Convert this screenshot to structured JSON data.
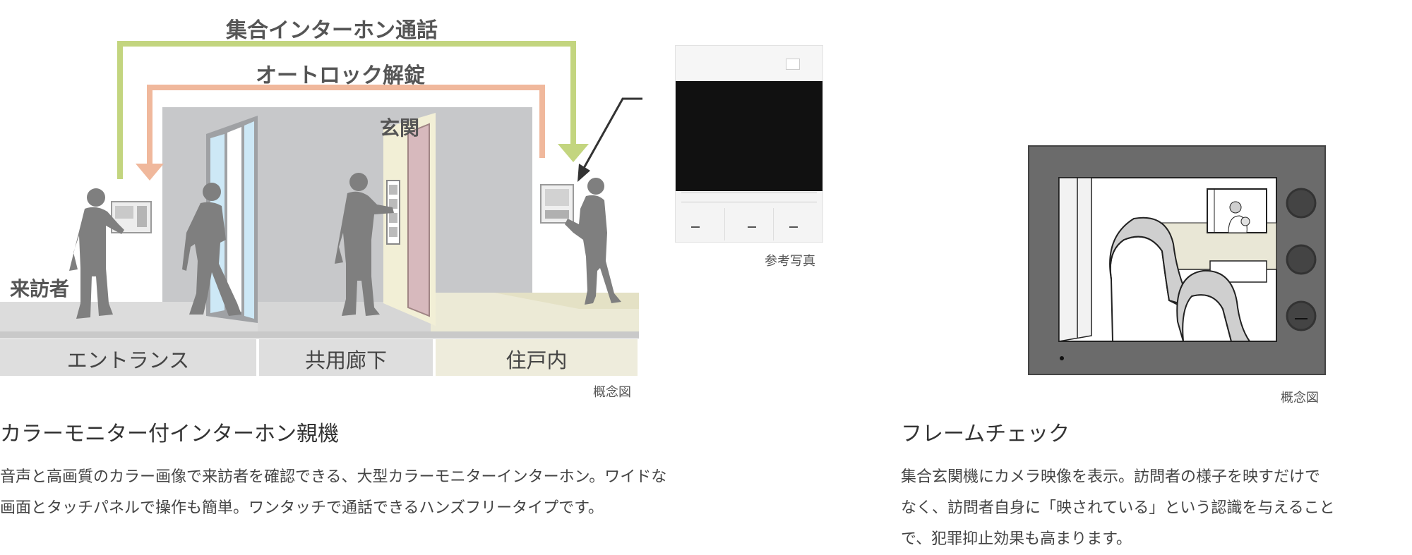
{
  "diagram": {
    "intercom_call_label": "集合インターホン通話",
    "autolock_label": "オートロック解錠",
    "entrance_door_label": "玄関",
    "visitor_label": "来訪者",
    "zones": [
      "エントランス",
      "共用廊下",
      "住戸内"
    ],
    "caption": "概念図"
  },
  "photo": {
    "caption": "参考写真"
  },
  "monitor_illustration": {
    "caption": "概念図"
  },
  "left_section": {
    "heading": "カラーモニター付インターホン親機",
    "body_lines": [
      "音声と高画質のカラー画像で来訪者を確認できる、大型カラーモニターインターホン。ワイドな",
      "画面とタッチパネルで操作も簡単。ワンタッチで通話できるハンズフリータイプです。"
    ]
  },
  "right_section": {
    "heading": "フレームチェック",
    "body_lines": [
      "集合玄関機にカメラ映像を表示。訪問者の様子を映すだけで",
      "なく、訪問者自身に「映されている」という認識を与えること",
      "で、犯罪抑止効果も高まります。"
    ]
  },
  "colors": {
    "call_line": "#c3d57f",
    "unlock_line": "#f0b89c",
    "wall": "#c7c8ca",
    "floor": "#d6d7d9",
    "residence_floor": "#ecead9",
    "silhouette": "#808080",
    "monitor_frame": "#6b6b6b"
  }
}
